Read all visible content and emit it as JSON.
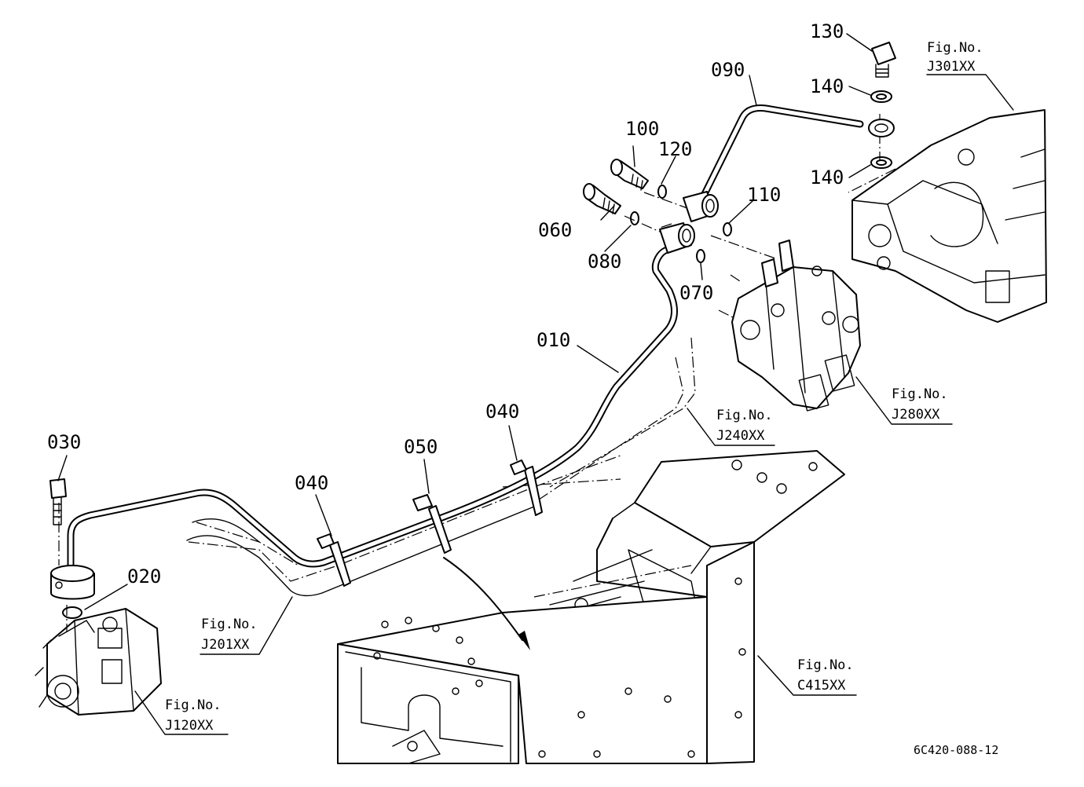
{
  "parts": {
    "p010": "010",
    "p020": "020",
    "p030": "030",
    "p040a": "040",
    "p040b": "040",
    "p050": "050",
    "p060": "060",
    "p070": "070",
    "p080": "080",
    "p090": "090",
    "p100": "100",
    "p110": "110",
    "p120": "120",
    "p130": "130",
    "p140a": "140",
    "p140b": "140"
  },
  "refs": {
    "fig_prefix": "Fig.No.",
    "j301": "J301XX",
    "j280": "J280XX",
    "j240": "J240XX",
    "j201": "J201XX",
    "j120": "J120XX",
    "c415": "C415XX"
  },
  "drawing_code": "6C420-088-12"
}
